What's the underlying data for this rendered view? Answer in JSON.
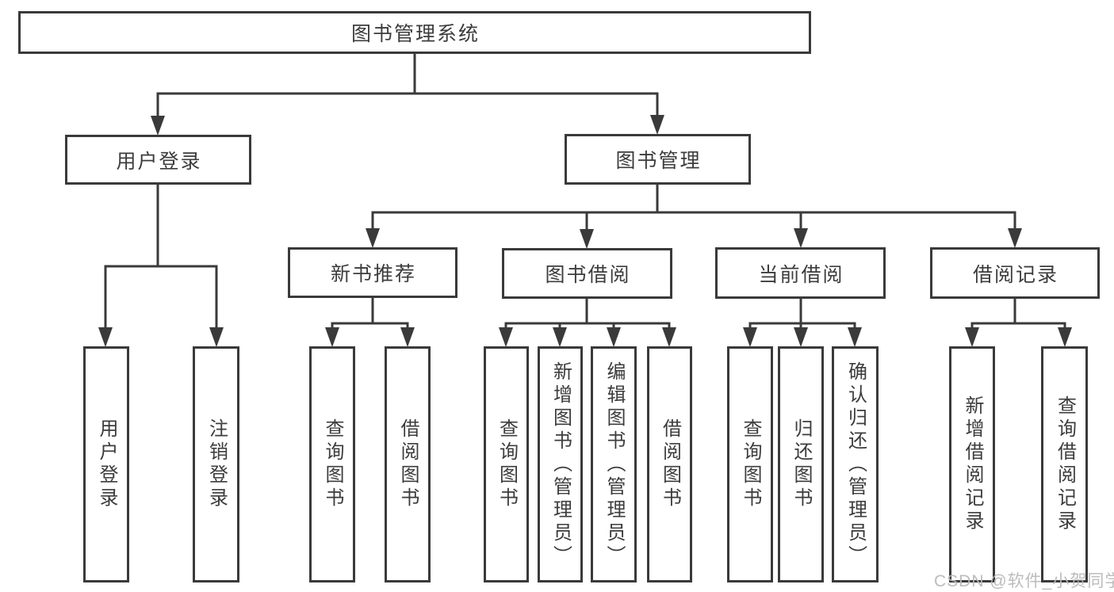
{
  "diagram": {
    "root": {
      "label": "图书管理系统"
    },
    "branches": [
      {
        "label": "用户登录",
        "children": [
          {
            "label": "用户登录"
          },
          {
            "label": "注销登录"
          }
        ]
      },
      {
        "label": "图书管理",
        "children": [
          {
            "label": "新书推荐",
            "children": [
              {
                "label": "查询图书"
              },
              {
                "label": "借阅图书"
              }
            ]
          },
          {
            "label": "图书借阅",
            "children": [
              {
                "label": "查询图书"
              },
              {
                "label": "新增图书（管理员）"
              },
              {
                "label": "编辑图书（管理员）"
              },
              {
                "label": "借阅图书"
              }
            ]
          },
          {
            "label": "当前借阅",
            "children": [
              {
                "label": "查询图书"
              },
              {
                "label": "归还图书"
              },
              {
                "label": "确认归还（管理员）"
              }
            ]
          },
          {
            "label": "借阅记录",
            "children": [
              {
                "label": "新增借阅记录"
              },
              {
                "label": "查询借阅记录"
              }
            ]
          }
        ]
      }
    ]
  },
  "watermark": {
    "text": "CSDN @软件_小贺同学"
  },
  "colors": {
    "line": "#3a3a3a",
    "text": "#3c3c3c",
    "background": "#ffffff",
    "watermark": "#b8b8b8"
  }
}
